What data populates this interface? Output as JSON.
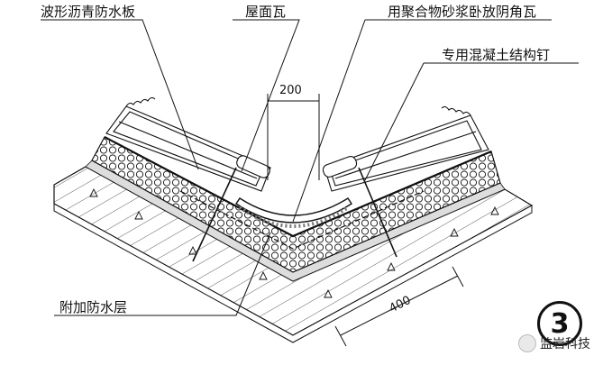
{
  "labels": {
    "wave_asphalt_board": "波形沥青防水板",
    "roof_tile": "屋面瓦",
    "valley_tile": "用聚合物砂浆卧放阴角瓦",
    "concrete_nail": "专用混凝土结构钉",
    "extra_waterproof": "附加防水层"
  },
  "dimensions": {
    "top": "200",
    "bottom": "400"
  },
  "detail_number": "3",
  "watermark": "监岩科技"
}
